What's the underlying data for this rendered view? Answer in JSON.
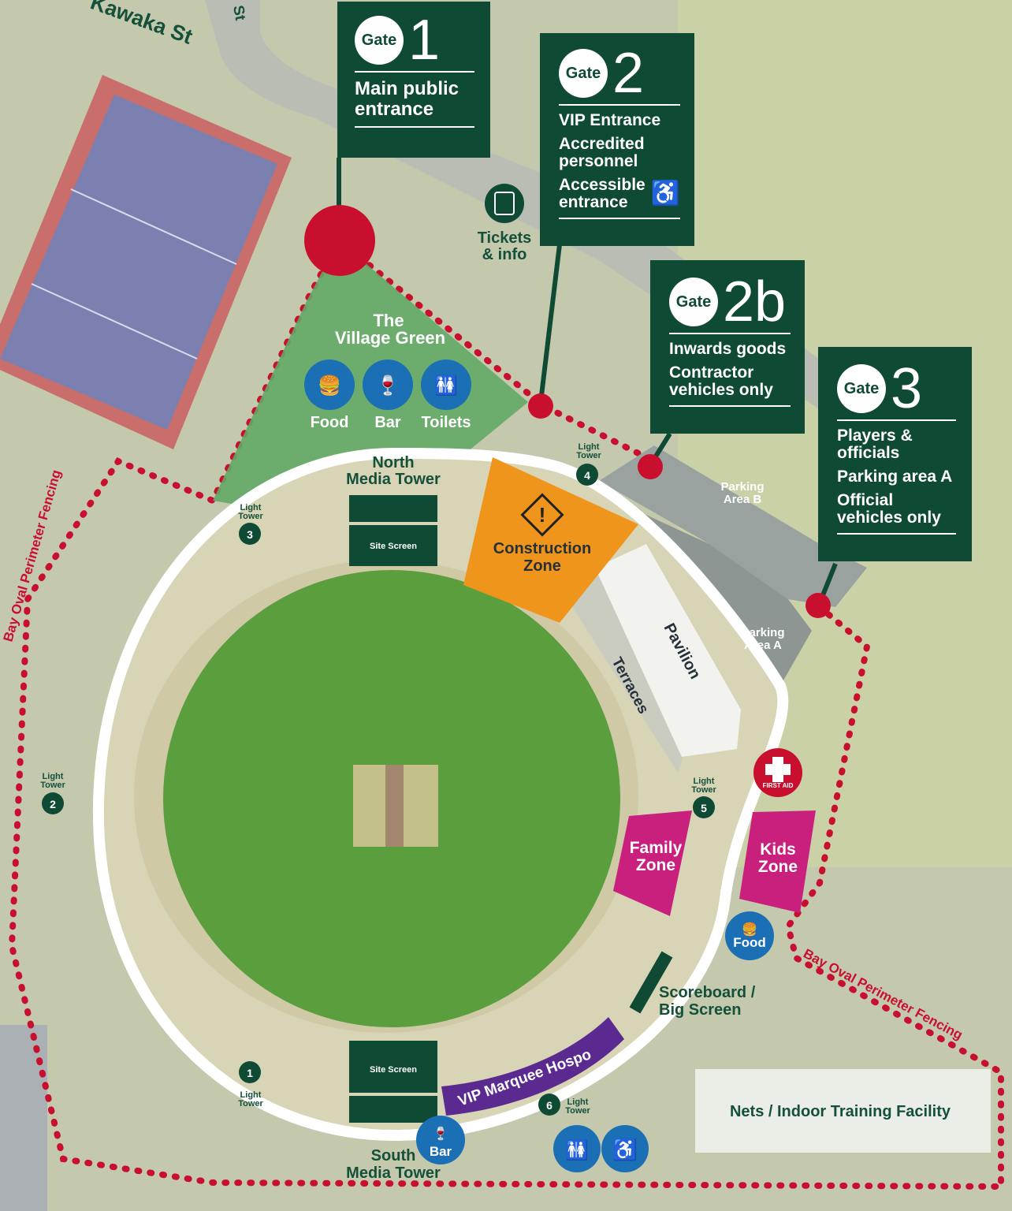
{
  "streets": {
    "kawaka": "Kawaka St",
    "other": "St"
  },
  "gates": [
    {
      "pill": "Gate",
      "number": "1",
      "lines": [
        "Main public entrance"
      ]
    },
    {
      "pill": "Gate",
      "number": "2",
      "lines": [
        "VIP Entrance",
        "Accredited personnel",
        "Accessible entrance"
      ]
    },
    {
      "pill": "Gate",
      "number": "2b",
      "lines": [
        "Inwards goods",
        "Contractor vehicles only"
      ]
    },
    {
      "pill": "Gate",
      "number": "3",
      "lines": [
        "Players & officials",
        "Parking area A",
        "Official vehicles only"
      ]
    }
  ],
  "tickets": {
    "line1": "Tickets",
    "line2": "& info"
  },
  "village_green": {
    "line1": "The",
    "line2": "Village Green",
    "food": "Food",
    "bar": "Bar",
    "toilets": "Toilets"
  },
  "north_media_tower": {
    "line1": "North",
    "line2": "Media Tower"
  },
  "south_media_tower": {
    "line1": "South",
    "line2": "Media Tower"
  },
  "site_screen": "Site Screen",
  "construction_zone": {
    "line1": "Construction",
    "line2": "Zone"
  },
  "parking_b": {
    "line1": "Parking",
    "line2": "Area B"
  },
  "parking_a": {
    "line1": "Parking",
    "line2": "Area A"
  },
  "pavilion": "Pavilion",
  "terraces": "Terraces",
  "first_aid": "FIRST AID",
  "family_zone": {
    "line1": "Family",
    "line2": "Zone"
  },
  "kids_zone": {
    "line1": "Kids",
    "line2": "Zone"
  },
  "food_label": "Food",
  "bar_label": "Bar",
  "scoreboard": {
    "line1": "Scoreboard /",
    "line2": "Big Screen"
  },
  "vip_marquee": "VIP Marquee Hospo",
  "nets": "Nets / Indoor Training Facility",
  "perimeter_fencing": "Bay Oval Perimeter Fencing",
  "light_tower_label": {
    "line1": "Light",
    "line2": "Tower"
  },
  "light_towers": [
    "1",
    "2",
    "3",
    "4",
    "5",
    "6"
  ],
  "colors": {
    "dark_green": "#0f4a34",
    "gate_red": "#c8102e",
    "construction": "#f0951c",
    "zone_magenta": "#c9207e",
    "vip_purple": "#5b2a91",
    "icon_blue": "#1a6fb5"
  }
}
